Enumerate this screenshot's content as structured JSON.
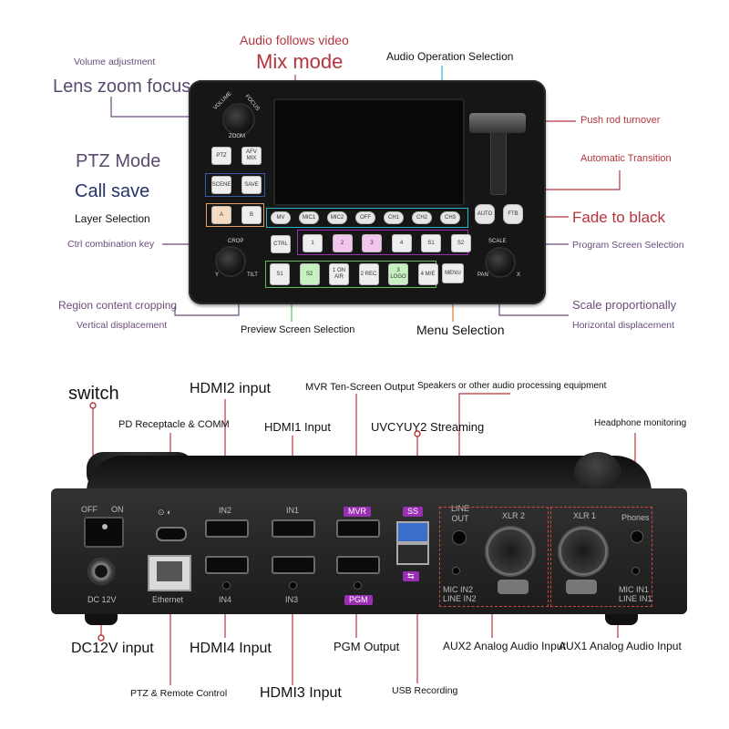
{
  "top_labels": {
    "audio_follows_video": "Audio follows video",
    "mix_mode": "Mix mode",
    "audio_operation_selection": "Audio Operation Selection",
    "volume_adjustment": "Volume adjustment",
    "lens_zoom_focus": "Lens zoom focus",
    "push_rod_turnover": "Push rod turnover",
    "automatic_transition": "Automatic Transition",
    "ptz_mode": "PTZ Mode",
    "call_save": "Call save",
    "layer_selection": "Layer Selection",
    "fade_to_black": "Fade to black",
    "ctrl_combination_key": "Ctrl combination key",
    "program_screen_selection": "Program Screen Selection",
    "region_content_cropping": "Region content cropping",
    "scale_proportionally": "Scale proportionally",
    "vertical_displacement": "Vertical displacement",
    "horizontal_displacement": "Horizontal displacement",
    "preview_screen_selection": "Preview Screen Selection",
    "menu_selection": "Menu Selection"
  },
  "console": {
    "knob_labels": {
      "volume": "VOLUME",
      "focus": "FOCUS",
      "zoom": "ZOOM",
      "crop": "CROP",
      "tilt": "TILT",
      "scale": "SCALE",
      "pan": "PAN",
      "y": "Y",
      "x": "X"
    },
    "buttons": {
      "ptz": "PTZ",
      "afv_mix": "AFV MIX",
      "scene": "SCENE",
      "save": "SAVE",
      "a": "A",
      "b": "B",
      "ctrl": "CTRL",
      "auto": "AUTO",
      "ftb": "FTB",
      "menu": "MENU"
    },
    "audio_row": [
      "MV",
      "MIC1",
      "MIC2",
      "OFF",
      "CH1",
      "CH2",
      "CH3"
    ],
    "program_row": [
      "1",
      "2",
      "3",
      "4",
      "S1",
      "S2"
    ],
    "preview_row": [
      "S1",
      "S2",
      "1 ON AIR",
      "2 REC",
      "3 LOGO",
      "4 M/E"
    ]
  },
  "bottom_labels": {
    "switch": "switch",
    "hdmi2_input": "HDMI2 input",
    "mvr_output": "MVR Ten-Screen Output",
    "speakers": "Speakers or other audio processing equipment",
    "pd_receptacle": "PD Receptacle & COMM",
    "hdmi1_input": "HDMI1 Input",
    "uvc_streaming": "UVCYUY2 Streaming",
    "headphone_monitoring": "Headphone monitoring",
    "dc12v_input": "DC12V input",
    "hdmi4_input": "HDMI4 Input",
    "pgm_output": "PGM Output",
    "aux2": "AUX2 Analog Audio Input",
    "aux1": "AUX1 Analog Audio Input",
    "ptz_remote": "PTZ & Remote Control",
    "hdmi3_input": "HDMI3 Input",
    "usb_recording": "USB Recording"
  },
  "rear_panel": {
    "off": "OFF",
    "on": "ON",
    "dc": "DC 12V",
    "ethernet": "Ethernet",
    "in2": "IN2",
    "in1": "IN1",
    "mvr": "MVR",
    "in4": "IN4",
    "in3": "IN3",
    "pgm": "PGM",
    "ss": "SS",
    "line_out": "LINE OUT",
    "xlr2": "XLR 2",
    "xlr1": "XLR 1",
    "phones": "Phones",
    "mic_in2": "MIC IN2",
    "line_in2": "LINE IN2",
    "mic_in1": "MIC IN1",
    "line_in1": "LINE IN1"
  },
  "colors": {
    "accent_red": "#b5343c",
    "navy": "#25336b",
    "purple": "#9a2fb3",
    "orange": "#e07a30",
    "green": "#5fbf5a",
    "cyan": "#2bb5c9"
  }
}
